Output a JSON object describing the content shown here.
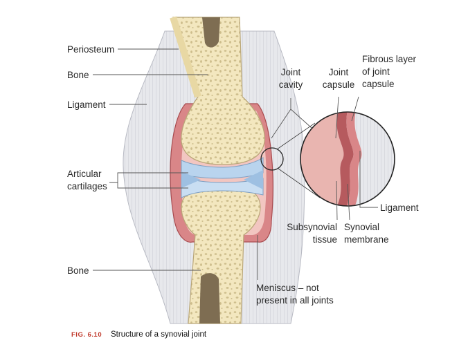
{
  "labels": {
    "periosteum": "Periosteum",
    "bone_top": "Bone",
    "ligament_left": "Ligament",
    "articular_1": "Articular",
    "articular_2": "cartilages",
    "bone_bottom": "Bone",
    "joint_cavity_1": "Joint",
    "joint_cavity_2": "cavity",
    "joint_capsule_1": "Joint",
    "joint_capsule_2": "capsule",
    "fibrous_1": "Fibrous layer",
    "fibrous_2": "of joint",
    "fibrous_3": "capsule",
    "ligament_right": "Ligament",
    "subsynovial_1": "Subsynovial",
    "subsynovial_2": "tissue",
    "synovial_1": "Synovial",
    "synovial_2": "membrane",
    "meniscus_1": "Meniscus – not",
    "meniscus_2": "present in all joints"
  },
  "caption": {
    "figure": "FIG. 6.10",
    "text": "Structure of a synovial joint"
  },
  "colors": {
    "bone": "#f3e7bf",
    "marrow": "#7e6d52",
    "cartilage": "#b9d4ee",
    "capsule": "#c9676a",
    "ligament": "#e4e5ea",
    "caption_accent": "#c0392b"
  }
}
